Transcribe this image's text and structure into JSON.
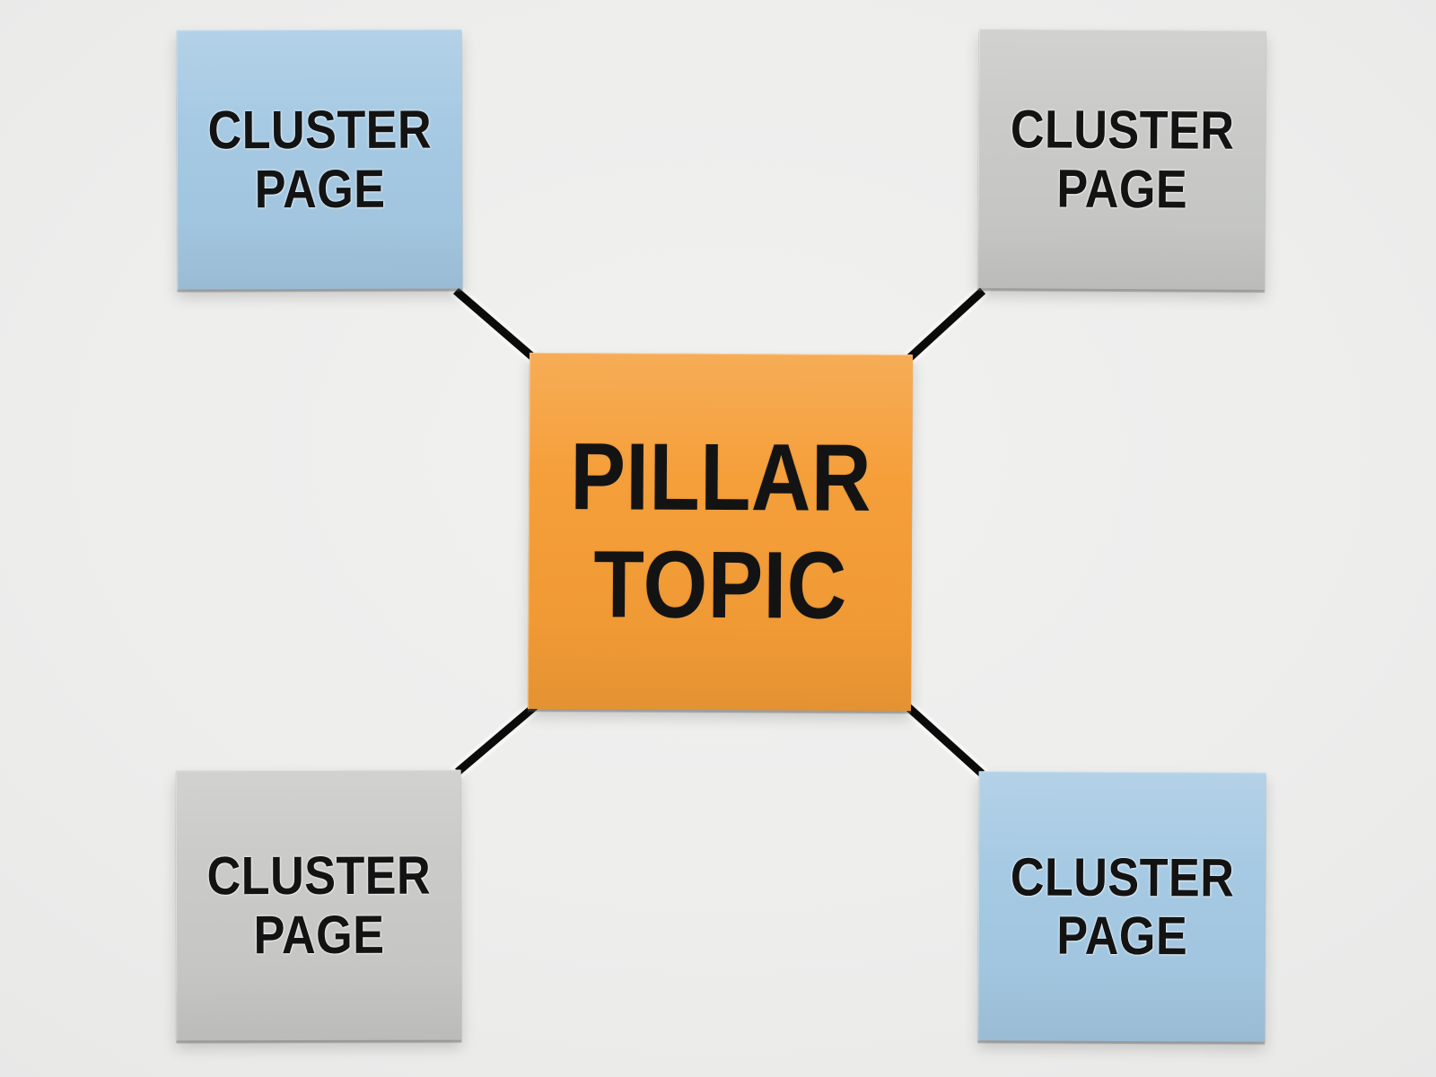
{
  "diagram": {
    "type": "hub-and-spoke-topic-cluster",
    "background_color": "#ededec",
    "connector_color": "#0b0b0b",
    "text_color": "#131313",
    "hub": {
      "id": "pillar-topic",
      "line1": "PILLAR",
      "line2": "TOPIC",
      "color": "#f59d36"
    },
    "clusters": [
      {
        "id": "top-left",
        "line1": "CLUSTER",
        "line2": "PAGE",
        "color": "#a5c9e3"
      },
      {
        "id": "top-right",
        "line1": "CLUSTER",
        "line2": "PAGE",
        "color": "#c9cac8"
      },
      {
        "id": "bottom-left",
        "line1": "CLUSTER",
        "line2": "PAGE",
        "color": "#c9cac8"
      },
      {
        "id": "bottom-right",
        "line1": "CLUSTER",
        "line2": "PAGE",
        "color": "#a5c9e3"
      }
    ],
    "connections": [
      "top-left ↔ pillar-topic",
      "top-right ↔ pillar-topic",
      "bottom-left ↔ pillar-topic",
      "bottom-right ↔ pillar-topic"
    ]
  }
}
